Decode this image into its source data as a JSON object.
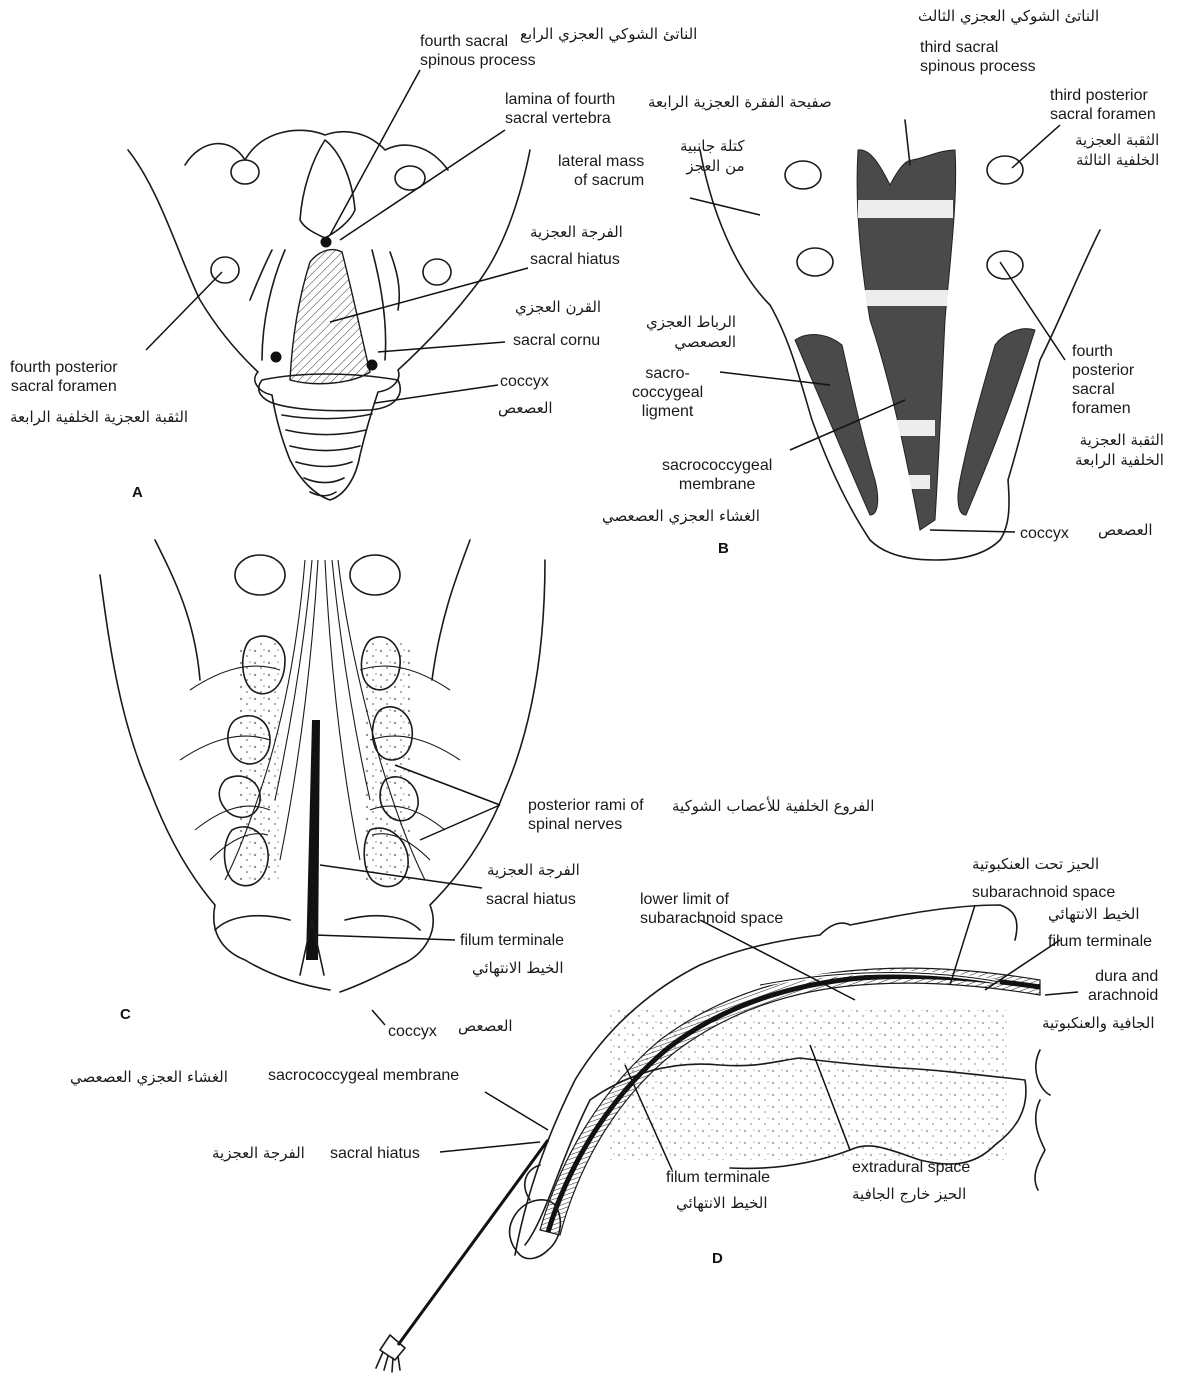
{
  "panels": {
    "a": {
      "letter": "A",
      "labels": {
        "fourth_sacral_spinous_process": "fourth sacral\nspinous process",
        "fourth_sacral_spinous_process_ar": "الناتئ الشوكي العجزي الرابع",
        "lamina_fourth_sacral_vertebra": "lamina of fourth\nsacral vertebra",
        "lamina_fourth_sacral_vertebra_ar": "صفيحة الفقرة العجزية الرابعة",
        "sacral_hiatus_ar": "الفرجة العجزية",
        "sacral_hiatus": "sacral hiatus",
        "sacral_cornu_ar": "القرن العجزي",
        "sacral_cornu": "sacral cornu",
        "coccyx": "coccyx",
        "coccyx_ar": "العصعص",
        "fourth_posterior_sacral_foramen": "fourth posterior\nsacral foramen",
        "fourth_posterior_sacral_foramen_ar": "الثقبة العجزية الخلفية الرابعة"
      }
    },
    "b": {
      "letter": "B",
      "labels": {
        "third_sacral_spinous_process_ar": "الناتئ الشوكي العجزي الثالث",
        "third_sacral_spinous_process": "third sacral\nspinous process",
        "third_posterior_sacral_foramen": "third posterior\nsacral foramen",
        "third_posterior_sacral_foramen_ar": "الثقبة العجزية\nالخلفية الثالثة",
        "lateral_mass_of_sacrum": "lateral mass\nof sacrum",
        "lateral_mass_of_sacrum_ar": "كتلة جانبية\nمن العجز",
        "sacrococcygeal_ligament_ar": "الرباط العجزي\nالعصعصي",
        "sacrococcygeal_ligament": "sacro-\ncoccygeal\nligment",
        "fourth_posterior_sacral_foramen": "fourth\nposterior\nsacral\nforamen",
        "fourth_posterior_sacral_foramen_ar": "الثقبة العجزية\nالخلفية الرابعة",
        "sacrococcygeal_membrane": "sacrococcygeal\nmembrane",
        "sacrococcygeal_membrane_ar": "الغشاء العجزي العصعصي",
        "coccyx": "coccyx",
        "coccyx_ar": "العصعص"
      }
    },
    "c": {
      "letter": "C",
      "labels": {
        "posterior_rami": "posterior rami of\nspinal nerves",
        "posterior_rami_ar": "الفروع الخلفية للأعصاب الشوكية",
        "sacral_hiatus_ar": "الفرجة العجزية",
        "sacral_hiatus": "sacral hiatus",
        "filum_terminale": "filum terminale",
        "filum_terminale_ar": "الخيط الانتهائي",
        "coccyx": "coccyx",
        "coccyx_ar": "العصعص"
      }
    },
    "d": {
      "letter": "D",
      "labels": {
        "subarachnoid_space_ar": "الحيز تحت العنكبوتية",
        "subarachnoid_space": "subarachnoid space",
        "lower_limit_subarachnoid": "lower limit of\nsubarachnoid space",
        "filum_terminale_top_ar": "الخيط الانتهائي",
        "filum_terminale_top": "filum terminale",
        "dura_and_arachnoid": "dura and\narachnoid",
        "dura_and_arachnoid_ar": "الجافية والعنكبوتية",
        "sacrococcygeal_membrane": "sacrococcygeal membrane",
        "sacrococcygeal_membrane_ar": "الغشاء العجزي العصعصي",
        "sacral_hiatus": "sacral hiatus",
        "sacral_hiatus_ar": "الفرجة العجزية",
        "filum_terminale": "filum terminale",
        "filum_terminale_ar": "الخيط الانتهائي",
        "extradural_space": "extradural space",
        "extradural_space_ar": "الحيز خارج الجافية"
      }
    }
  }
}
